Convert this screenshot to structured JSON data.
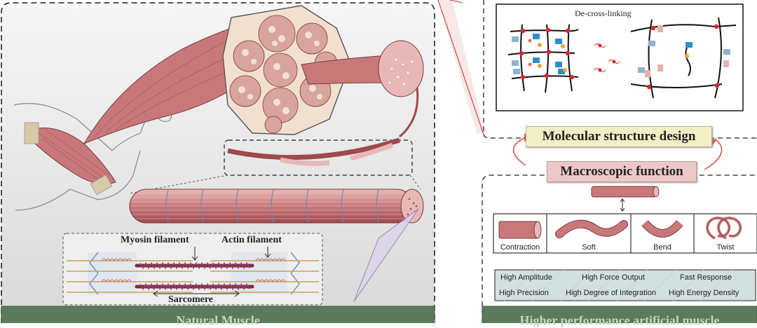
{
  "left_panel": {
    "footer_label": "Natural Muscle",
    "sarcomere": {
      "myosin_label": "Myosin filament",
      "actin_label": "Actin filament",
      "sarcomere_label": "Sarcomere"
    }
  },
  "right_panel": {
    "network_box": {
      "title": "De-cross-linking"
    },
    "molecular_label": "Molecular structure design",
    "macroscopic_label": "Macroscopic function",
    "motions": [
      "Contraction",
      "Soft",
      "Bend",
      "Twist"
    ],
    "properties": [
      [
        "High Amplitude",
        "High Force Output",
        "Fast Response"
      ],
      [
        "High Precision",
        "High Degree of Integration",
        "High Energy Density"
      ]
    ],
    "footer_label": "Higher performance artificial muscle"
  },
  "colors": {
    "muscle": "#c9787a",
    "muscle_dark": "#9e4a4e",
    "muscle_light": "#e7b8b6",
    "footer_green": "#5c7a5c",
    "label_yellow": "#f2efc6",
    "label_pink": "#ecc9c7",
    "connector_red": "#d9534f"
  }
}
